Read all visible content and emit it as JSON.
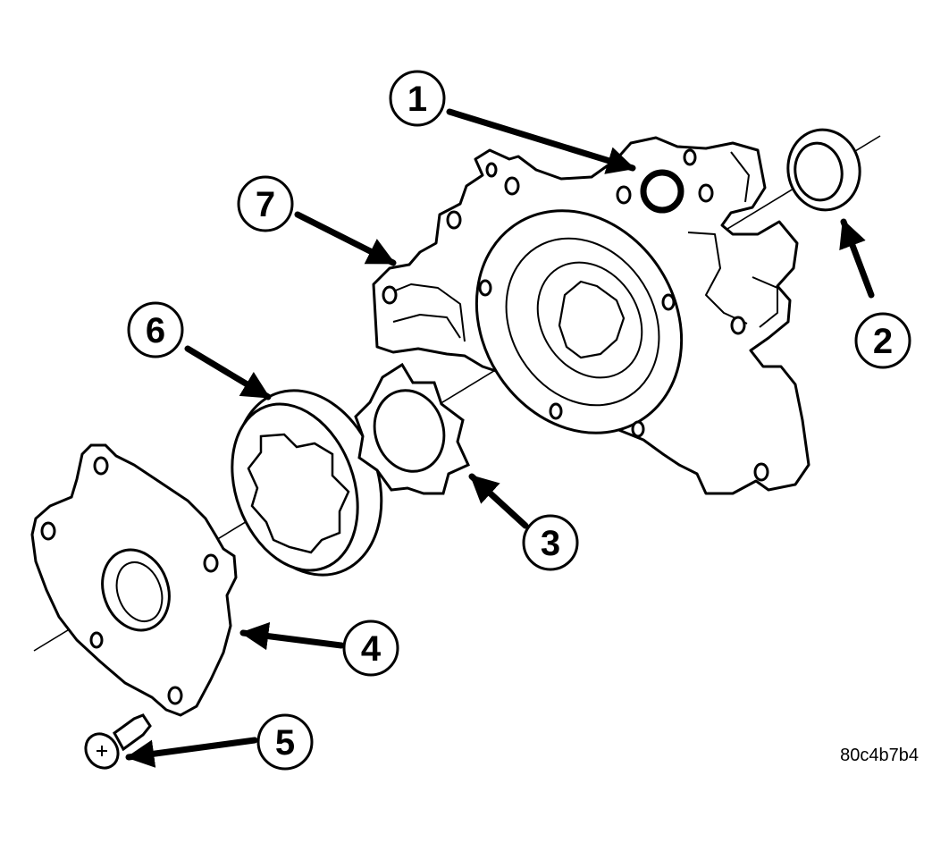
{
  "diagram": {
    "figure_id": "80c4b7b4",
    "callouts": [
      "1",
      "2",
      "3",
      "4",
      "5",
      "6",
      "7"
    ]
  },
  "colors": {
    "ink": "#000000",
    "paper": "#ffffff"
  }
}
